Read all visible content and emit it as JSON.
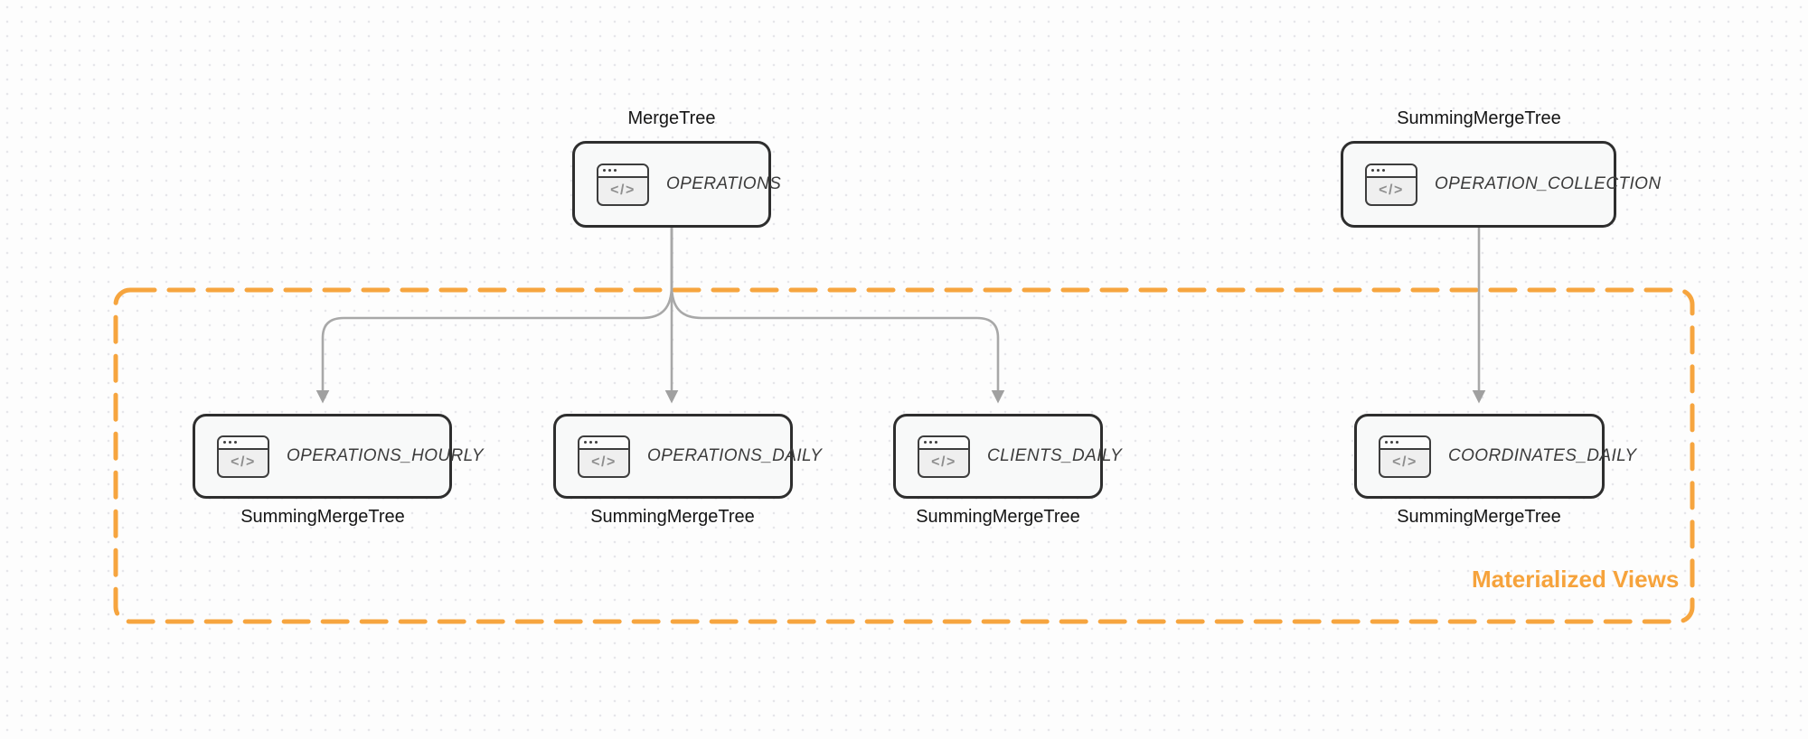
{
  "diagram": {
    "group_label": "Materialized Views",
    "icon": {
      "name": "code-window-icon",
      "glyph": "</>"
    },
    "colors": {
      "accent_orange": "#f6a53f",
      "edge_gray": "#a8a8a8",
      "node_border": "#2e2e2e",
      "node_fill": "#f8f9f9",
      "canvas_dot": "#e6e6ea"
    },
    "nodes": [
      {
        "id": "operations",
        "label": "OPERATIONS",
        "engine": "MergeTree",
        "engine_position": "top"
      },
      {
        "id": "operation_collection",
        "label": "OPERATION_COLLECTION",
        "engine": "SummingMergeTree",
        "engine_position": "top"
      },
      {
        "id": "operations_hourly",
        "label": "OPERATIONS_HOURLY",
        "engine": "SummingMergeTree",
        "engine_position": "bottom"
      },
      {
        "id": "operations_daily",
        "label": "OPERATIONS_DAILY",
        "engine": "SummingMergeTree",
        "engine_position": "bottom"
      },
      {
        "id": "clients_daily",
        "label": "CLIENTS_DAILY",
        "engine": "SummingMergeTree",
        "engine_position": "bottom"
      },
      {
        "id": "coordinates_daily",
        "label": "COORDINATES_DAILY",
        "engine": "SummingMergeTree",
        "engine_position": "bottom"
      }
    ],
    "edges": [
      {
        "from": "operations",
        "to": "operations_hourly"
      },
      {
        "from": "operations",
        "to": "operations_daily"
      },
      {
        "from": "operations",
        "to": "clients_daily"
      },
      {
        "from": "operation_collection",
        "to": "coordinates_daily"
      }
    ]
  }
}
